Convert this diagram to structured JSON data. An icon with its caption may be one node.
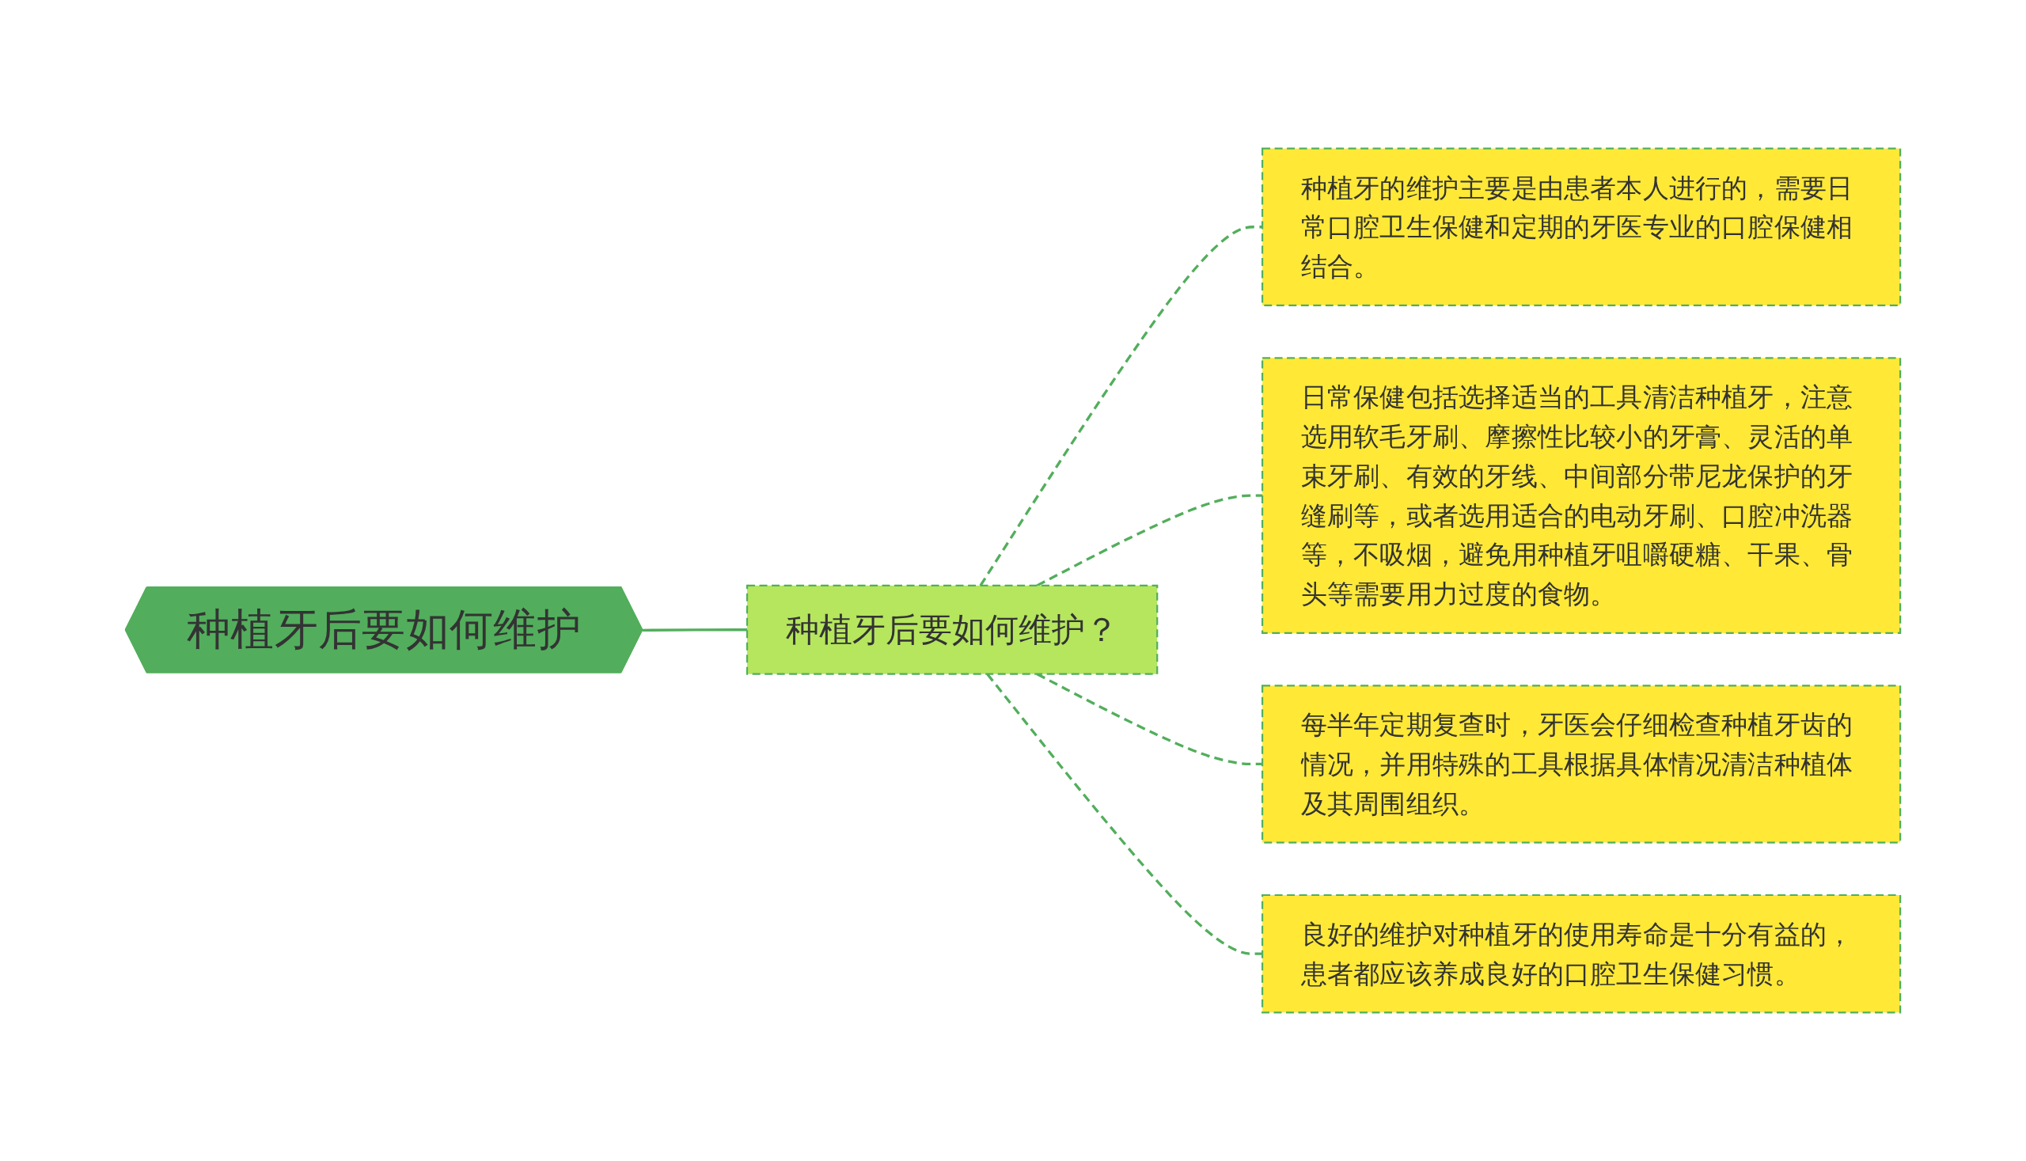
{
  "diagram": {
    "nodes": [
      {
        "text": [
          "种植牙后要如何维护"
        ]
      },
      {
        "text": [
          "种植牙后要如何维护？"
        ]
      },
      {
        "text": [
          "种植牙的维护主要是由患者本人进行的，需要日常口腔卫生保健和定期的牙医专业的口腔保健相结合。"
        ]
      },
      {
        "text": [
          "日常保健包括选择适当的工具清洁种植牙，注意选用软毛牙刷、摩擦性比较小的牙膏、灵活的单束牙刷、有效的牙线、中间部分带尼龙保护的牙缝刷等，或者选用适合的电动牙刷、口腔冲洗器等，不吸烟，避免用种植牙咀嚼硬糖、干果、骨头等需要用力过度的食物。"
        ]
      },
      {
        "text": [
          "每半年定期复查时，牙医会仔细检查种植牙齿的情况，并用特殊的工具根据具体情况清洁种植体及其周围组织。"
        ]
      },
      {
        "text": [
          "良好的维护对种植牙的使用寿命是十分有益的，患者都应该养成良好的口腔卫生保健习惯。"
        ]
      }
    ],
    "edges": [
      {
        "from": 0,
        "to": 1,
        "arrow": "none"
      },
      {
        "from": 1,
        "to": 2,
        "arrow": "none",
        "style": "dashed"
      },
      {
        "from": 1,
        "to": 3,
        "arrow": "none",
        "style": "dashed"
      },
      {
        "from": 1,
        "to": 4,
        "arrow": "none",
        "style": "dashed"
      },
      {
        "from": 1,
        "to": 5,
        "arrow": "none",
        "style": "dashed"
      }
    ]
  }
}
